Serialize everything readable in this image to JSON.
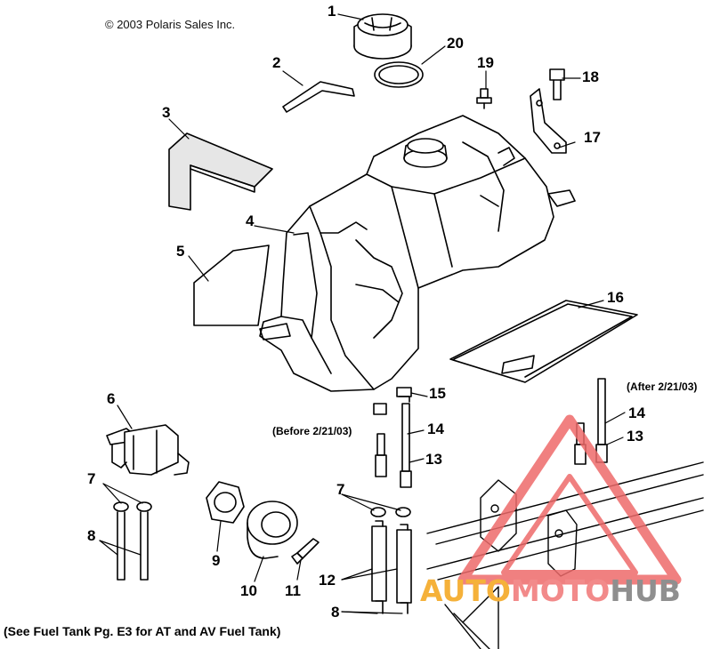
{
  "copyright": "© 2003 Polaris Sales Inc.",
  "callouts": {
    "c1": "1",
    "c2": "2",
    "c3": "3",
    "c4": "4",
    "c5": "5",
    "c6": "6",
    "c7a": "7",
    "c7b": "7",
    "c8a": "8",
    "c8b": "8",
    "c9": "9",
    "c10": "10",
    "c11": "11",
    "c12": "12",
    "c13a": "13",
    "c13b": "13",
    "c14a": "14",
    "c14b": "14",
    "c15": "15",
    "c16": "16",
    "c17": "17",
    "c18": "18",
    "c19": "19",
    "c20": "20"
  },
  "notes": {
    "before": "(Before 2/21/03)",
    "after": "(After 2/21/03)"
  },
  "footer": "(See Fuel Tank Pg. E3 for AT and AV Fuel Tank)",
  "watermark": {
    "part1": "AUTO",
    "part2": "MOTO",
    "part3": "HUB",
    "colors": {
      "auto": "#f5b13a",
      "moto": "#f28a8a",
      "hub": "#8f8f8f",
      "triangle": "#ee6a6a"
    }
  }
}
